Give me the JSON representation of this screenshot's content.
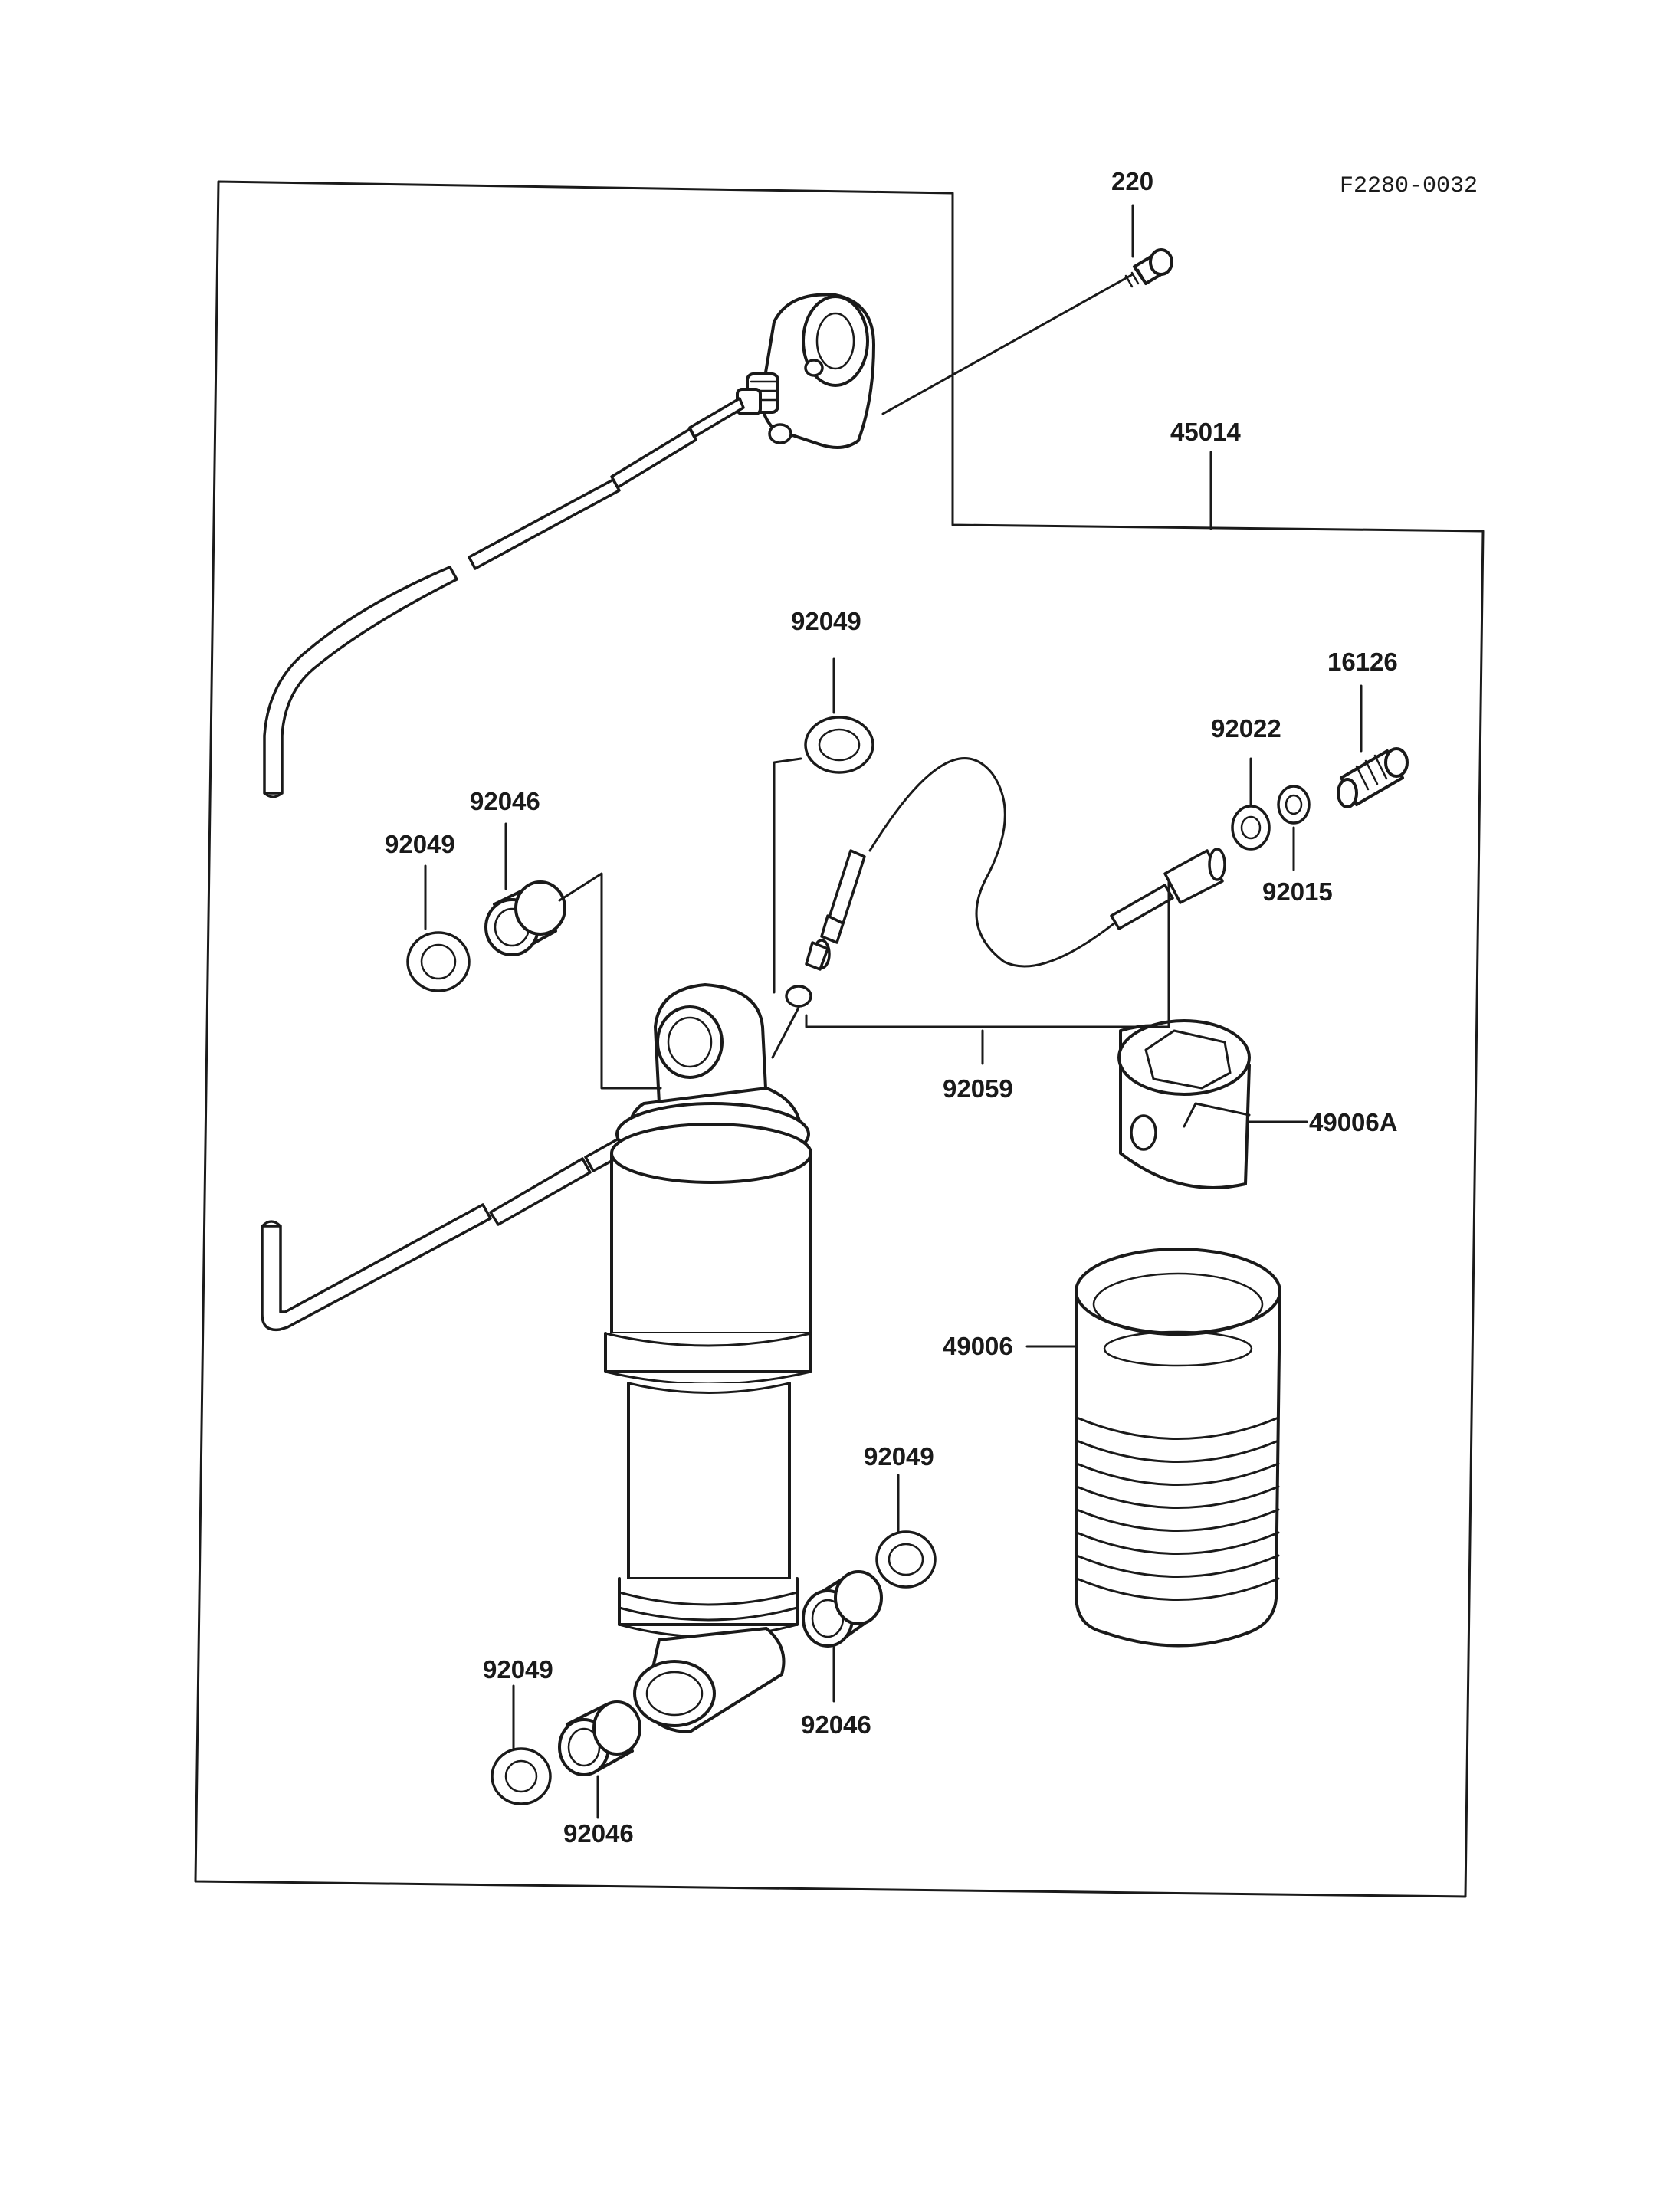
{
  "figure_id": "F2280-0032",
  "part_labels": {
    "p220": "220",
    "p45014": "45014",
    "p92049_top": "92049",
    "p16126": "16126",
    "p92022": "92022",
    "p92046_left": "92046",
    "p92049_left": "92049",
    "p92015": "92015",
    "p92059": "92059",
    "p49006A": "49006A",
    "p49006": "49006",
    "p92049_lower_right": "92049",
    "p92049_bottom_left": "92049",
    "p92046_lower_right": "92046",
    "p92046_bottom": "92046"
  }
}
